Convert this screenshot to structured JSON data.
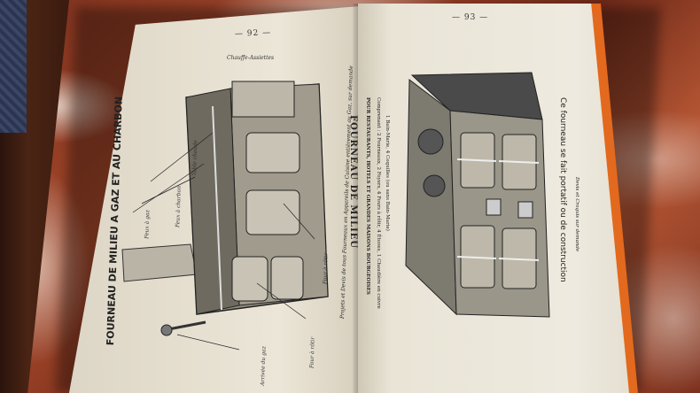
{
  "left_page": {
    "page_number": "— 92 —",
    "title": "FOURNEAU DE MILIEU A GAZ ET AU CHARBON",
    "caption": "Projets et Devis de tous Fourneaux en Appareils de Cuisine entièrement au Gaz, sur demande",
    "labels": {
      "chauffe_assiettes": "Chauffe-Assiettes",
      "table_chaude": "Table chaude",
      "feux_charbon": "Feux à charbon",
      "feux_gaz": "Feux à gaz",
      "four_rotir_1": "Four à rôtir",
      "four_rotir_2": "Four à rôtir",
      "arrivee_gaz": "Arrivée du gaz"
    }
  },
  "right_page": {
    "page_number": "— 93 —",
    "title": "FOURNEAU DE MILIEU",
    "subtitle": "POUR RESTAURANTS, HOTELS ET GRANDES MAISONS BOURGEOISES",
    "description": "Comprenant : 2 Fourneaux, 2 Foyers, 4 Fours à rôtir, 4 Étuves, 1 Chaudière en cuivre",
    "description2": "1 Bain-Marie, 4 Coquilles (ou sans Bain-Marie)",
    "footer": "Ce fourneau se fait portatif ou de construction",
    "footer2": "Devis et Croquis sur demande"
  }
}
